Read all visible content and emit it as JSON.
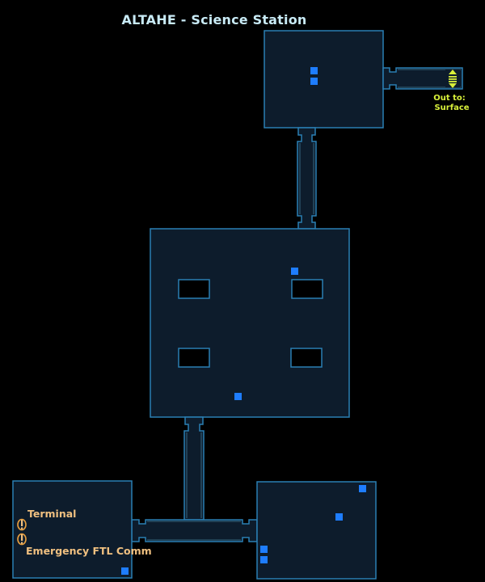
{
  "map": {
    "title": "ALTAHE - Science Station",
    "colors": {
      "background": "#000000",
      "room_fill": "#0d1c2c",
      "room_border": "#2a7fb3",
      "room_border_inner": "#6ec9f0",
      "title": "#c8eaf5",
      "crate": "#1e7dff",
      "exit": "#d8f03a",
      "poi_label": "#f0c080",
      "poi_icon": "#e8a040"
    },
    "exit": {
      "line1": "Out to:",
      "line2": "Surface",
      "icon": "elevator-arrows-icon"
    },
    "points_of_interest": [
      {
        "label": "Terminal",
        "icon": "terminal-marker-icon"
      },
      {
        "label": "Emergency FTL Comm",
        "icon": "comm-marker-icon"
      }
    ],
    "crate_icon": "container-square-icon"
  }
}
